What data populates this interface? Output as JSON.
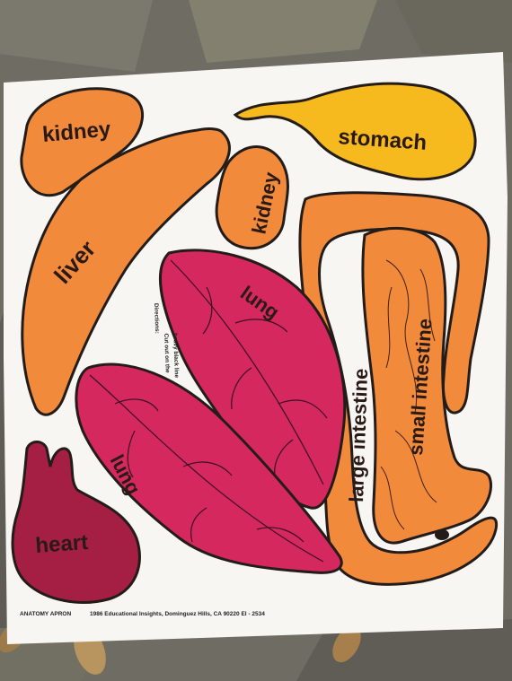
{
  "labels": {
    "kidney_top": "kidney",
    "kidney_right": "kidney",
    "stomach": "stomach",
    "liver": "liver",
    "lung_upper": "lung",
    "lung_lower": "lung",
    "heart": "heart",
    "large_intestine": "large intestine",
    "small_intestine": "small intestine"
  },
  "directions": {
    "line1": "Directions:",
    "line2": "Cut out on the",
    "line3": "heavy black line"
  },
  "footer": {
    "title": "ANATOMY APRON",
    "copyright": "1986 Educational Insights, Dominguez Hills, CA 90220 EI - 2534"
  },
  "colors": {
    "orange": "#f28a3c",
    "yellow": "#f6b91e",
    "magenta": "#d4285f",
    "maroon": "#a51f44",
    "fabric": "#f7f6f3",
    "outline": "#231c18"
  }
}
